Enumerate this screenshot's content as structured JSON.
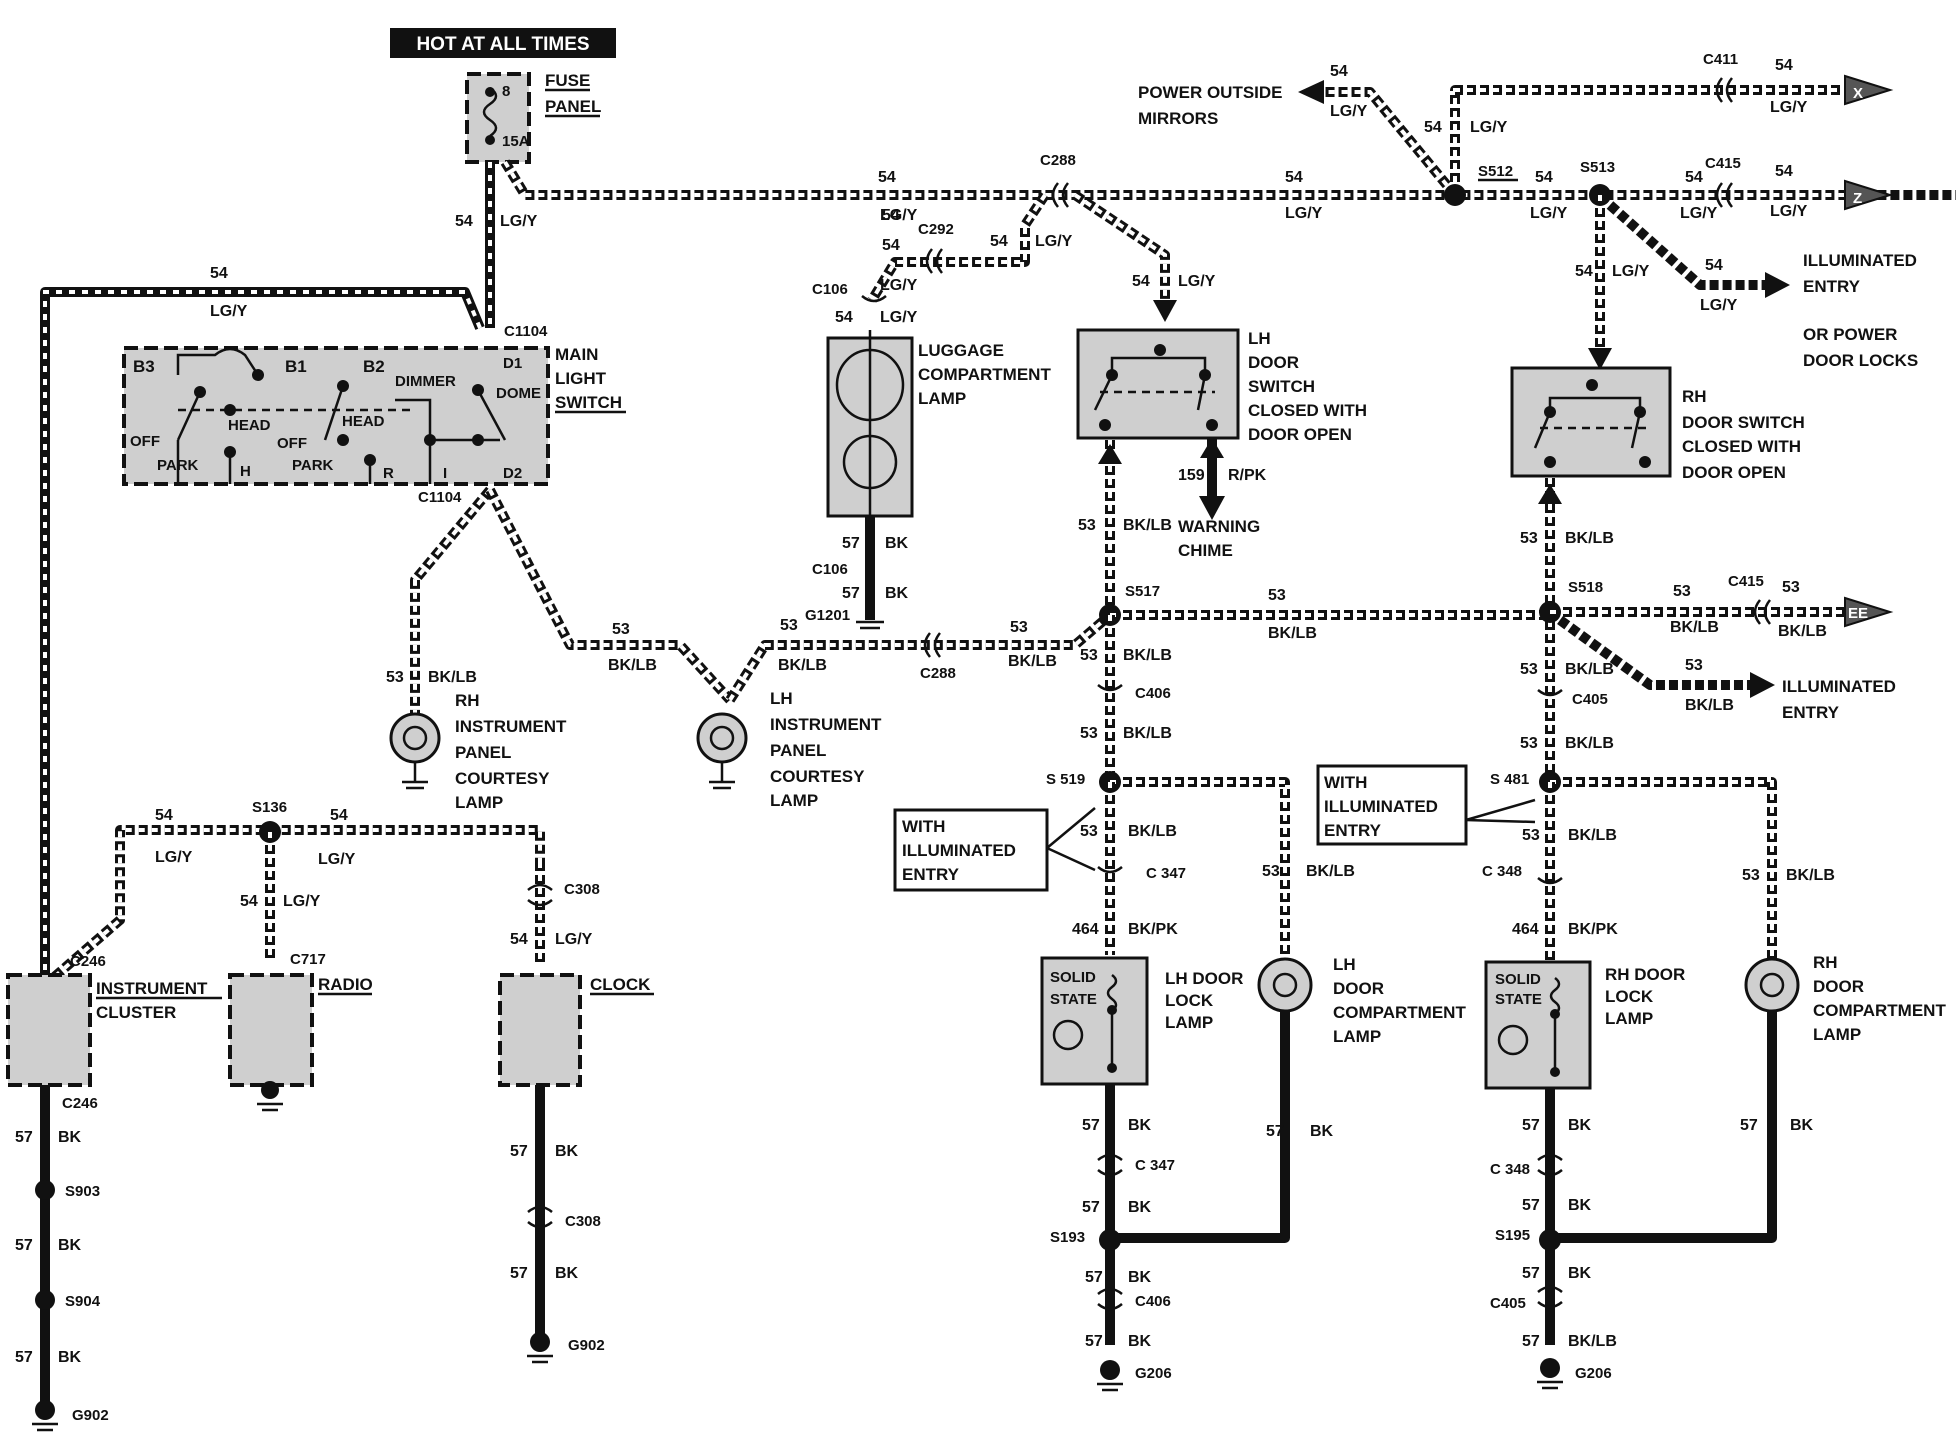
{
  "header": {
    "hot_at_all_times": "HOT AT ALL TIMES"
  },
  "fuse": {
    "label1": "FUSE",
    "label2": "PANEL",
    "pin": "8",
    "rating": "15A"
  },
  "main_light_switch": {
    "label1": "MAIN",
    "label2": "LIGHT",
    "label3": "SWITCH",
    "b3": "B3",
    "b1": "B1",
    "b2": "B2",
    "dimmer": "DIMMER",
    "dome": "DOME",
    "d1": "D1",
    "d2": "D2",
    "head1": "HEAD",
    "head2": "HEAD",
    "off1": "OFF",
    "off2": "OFF",
    "park1": "PARK",
    "park2": "PARK",
    "h": "H",
    "r": "R",
    "i": "I",
    "conn_top": "C1104",
    "conn_bottom": "C1104"
  },
  "wires": {
    "w54": "54",
    "w53": "53",
    "w57": "57",
    "w464": "464",
    "w159": "159",
    "lgy": "LG/Y",
    "bklb": "BK/LB",
    "bk": "BK",
    "bkpk": "BK/PK",
    "rpk": "R/PK"
  },
  "connectors": {
    "c288": "C288",
    "c292": "C292",
    "c106": "C106",
    "g1201": "G1201",
    "c411": "C411",
    "c415": "C415",
    "s512": "S512",
    "s513": "S513",
    "s517": "S517",
    "s518": "S518",
    "c406": "C406",
    "c405": "C405",
    "s519": "S 519",
    "s481": "S 481",
    "c347": "C 347",
    "c348": "C 348",
    "s193": "S193",
    "s195": "S195",
    "g206": "G206",
    "s136": "S136",
    "c308": "C308",
    "c246": "C246",
    "c717": "C717",
    "s903": "S903",
    "s904": "S904",
    "g902": "G902"
  },
  "labels": {
    "power_mirrors1": "POWER OUTSIDE",
    "power_mirrors2": "MIRRORS",
    "illum_entry1": "ILLUMINATED",
    "illum_entry2": "ENTRY",
    "or_power1": "OR POWER",
    "or_power2": "DOOR LOCKS",
    "luggage1": "LUGGAGE",
    "luggage2": "COMPARTMENT",
    "luggage3": "LAMP",
    "lh_door_sw1": "LH",
    "lh_door_sw2": "DOOR",
    "lh_door_sw3": "SWITCH",
    "closed1": "CLOSED WITH",
    "closed2": "DOOR OPEN",
    "rh_door_sw1": "RH",
    "rh_door_sw2": "DOOR SWITCH",
    "warning1": "WARNING",
    "warning2": "CHIME",
    "rh_ip1": "RH",
    "rh_ip2": "INSTRUMENT",
    "rh_ip3": "PANEL",
    "rh_ip4": "COURTESY",
    "rh_ip5": "LAMP",
    "lh_ip1": "LH",
    "lh_ip2": "INSTRUMENT",
    "lh_ip3": "PANEL",
    "lh_ip4": "COURTESY",
    "lh_ip5": "LAMP",
    "with1": "WITH",
    "with2": "ILLUMINATED",
    "with3": "ENTRY",
    "solid1": "SOLID",
    "solid2": "STATE",
    "lh_lock1": "LH DOOR",
    "lh_lock2": "LOCK",
    "lh_lock3": "LAMP",
    "rh_lock1": "RH DOOR",
    "rh_lock2": "LOCK",
    "rh_lock3": "LAMP",
    "lh_comp1": "LH",
    "lh_comp2": "DOOR",
    "lh_comp3": "COMPARTMENT",
    "lh_comp4": "LAMP",
    "rh_comp1": "RH",
    "rh_comp2": "DOOR",
    "rh_comp3": "COMPARTMENT",
    "rh_comp4": "LAMP",
    "instrument1": "INSTRUMENT",
    "instrument2": "CLUSTER",
    "radio": "RADIO",
    "clock": "CLOCK",
    "arrow_x": "X",
    "arrow_z": "Z",
    "arrow_ee": "EE"
  },
  "colors": {
    "wire": "#111111",
    "component_fill": "#cfcfcf"
  }
}
